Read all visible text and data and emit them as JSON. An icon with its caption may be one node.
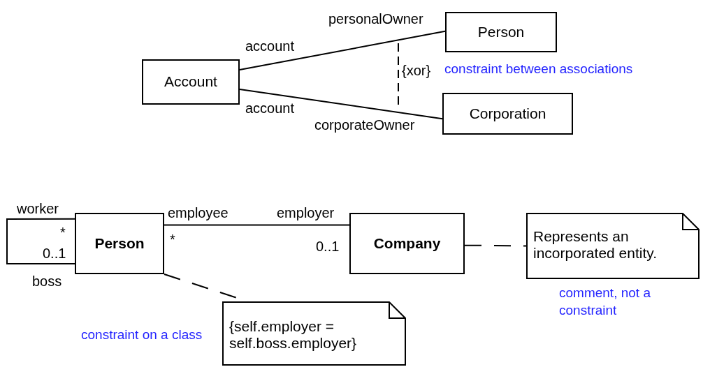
{
  "diagram": {
    "nodes": [
      {
        "text": [
          "Account"
        ]
      },
      {
        "text": [
          "Person"
        ]
      },
      {
        "text": [
          "Corporation"
        ]
      },
      {
        "text": [
          "Person"
        ]
      },
      {
        "text": [
          "Company"
        ]
      },
      {
        "text": [
          "Represents an incorporated entity."
        ]
      },
      {
        "text": [
          "{self.employer = self.boss.employer}"
        ]
      }
    ],
    "edges": [
      {
        "from": 0,
        "to": 1,
        "arrow": "none"
      },
      {
        "from": 0,
        "to": 2,
        "arrow": "none"
      },
      {
        "from": 3,
        "to": 3,
        "arrow": "none"
      },
      {
        "from": 3,
        "to": 4,
        "arrow": "none"
      },
      {
        "from": 4,
        "to": 5,
        "arrow": "none",
        "style": "dashed"
      },
      {
        "from": 3,
        "to": 6,
        "arrow": "none",
        "style": "dashed"
      }
    ],
    "labels": [
      "personalOwner",
      "account",
      "{xor}",
      "constraint between associations",
      "account",
      "corporateOwner",
      "worker",
      "employee",
      "employer",
      "*",
      "*",
      "0..1",
      "0..1",
      "boss",
      "comment, not a constraint",
      "constraint on a class"
    ]
  }
}
